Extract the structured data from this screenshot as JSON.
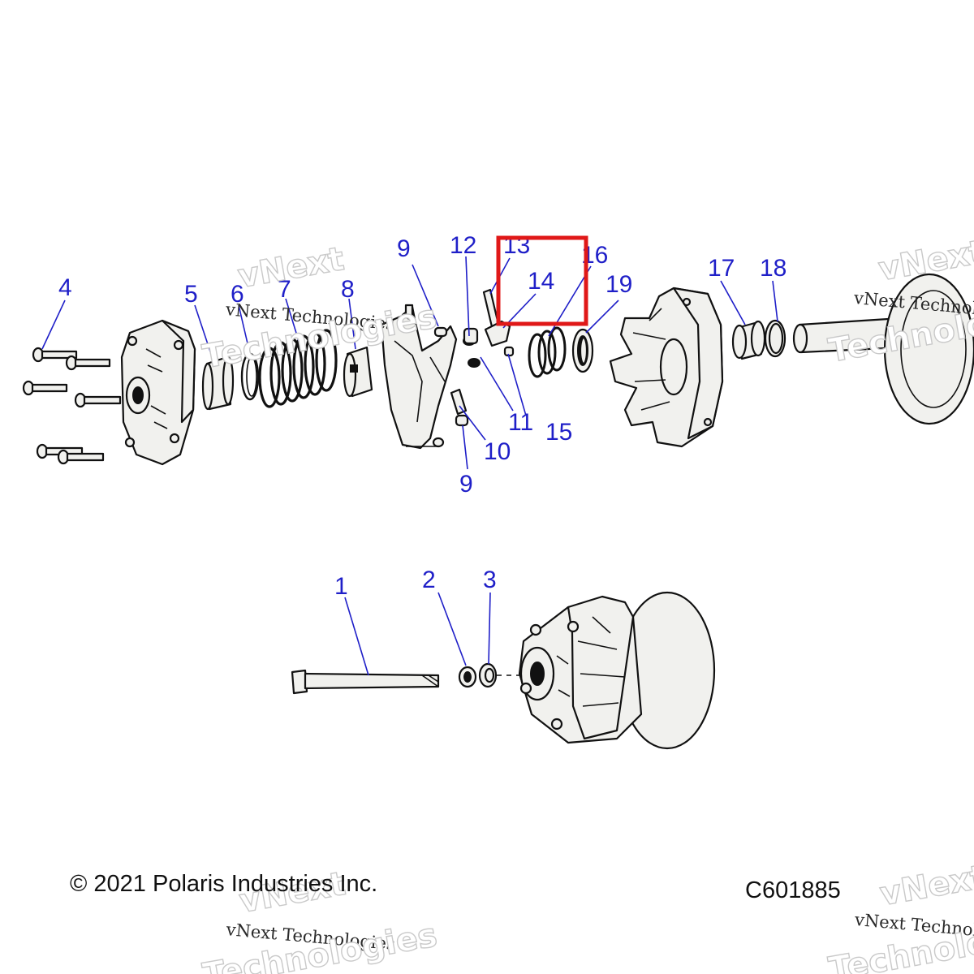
{
  "diagram": {
    "callouts": [
      {
        "id": "1"
      },
      {
        "id": "2"
      },
      {
        "id": "3"
      },
      {
        "id": "4"
      },
      {
        "id": "5"
      },
      {
        "id": "6"
      },
      {
        "id": "7"
      },
      {
        "id": "8"
      },
      {
        "id": "9"
      },
      {
        "id": "10"
      },
      {
        "id": "11"
      },
      {
        "id": "12"
      },
      {
        "id": "13"
      },
      {
        "id": "14"
      },
      {
        "id": "15"
      },
      {
        "id": "16"
      },
      {
        "id": "17"
      },
      {
        "id": "18"
      },
      {
        "id": "19"
      }
    ],
    "highlighted_part": "14",
    "callout_color": "#1f1fc8",
    "highlight_color": "#e01818"
  },
  "footer": {
    "copyright": "© 2021 Polaris Industries Inc.",
    "drawing_number": "C601885"
  },
  "watermark": {
    "line1": "vNext",
    "line2": "vNext Technologies",
    "line3": "Technologies"
  }
}
